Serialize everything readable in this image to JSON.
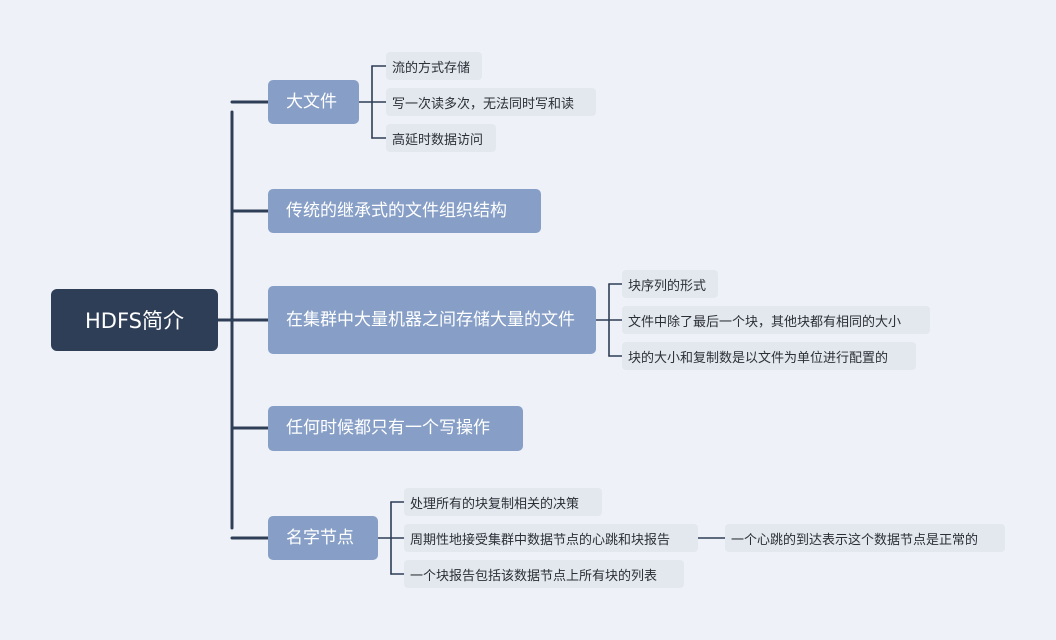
{
  "root": {
    "label": "HDFS简介"
  },
  "branches": [
    {
      "label": "大文件",
      "children": [
        {
          "label": "流的方式存储"
        },
        {
          "label": "写一次读多次，无法同时写和读"
        },
        {
          "label": "高延时数据访问"
        }
      ]
    },
    {
      "label": "传统的继承式的文件组织结构",
      "children": []
    },
    {
      "label": "在集群中大量机器之间存储大量的文件",
      "children": [
        {
          "label": "块序列的形式"
        },
        {
          "label": "文件中除了最后一个块，其他块都有相同的大小"
        },
        {
          "label": "块的大小和复制数是以文件为单位进行配置的"
        }
      ]
    },
    {
      "label": "任何时候都只有一个写操作",
      "children": []
    },
    {
      "label": "名字节点",
      "children": [
        {
          "label": "处理所有的块复制相关的决策"
        },
        {
          "label": "周期性地接受集群中数据节点的心跳和块报告",
          "children": [
            {
              "label": "一个心跳的到达表示这个数据节点是正常的"
            }
          ]
        },
        {
          "label": "一个块报告包括该数据节点上所有块的列表"
        }
      ]
    }
  ]
}
